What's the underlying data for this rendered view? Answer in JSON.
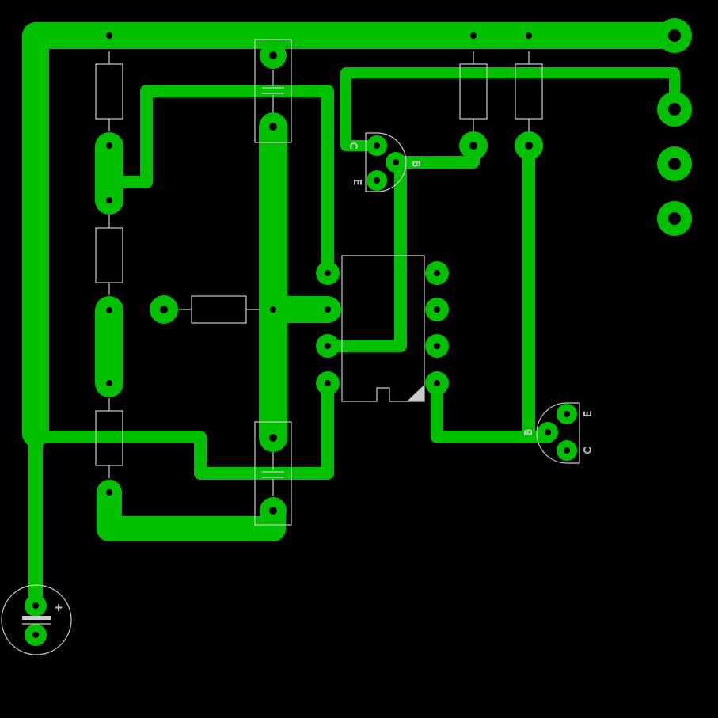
{
  "board": {
    "background": "#000000",
    "copper_color": "#00c000",
    "silkscreen_color": "#cccccc"
  },
  "labels": {
    "q1_collector": "C",
    "q1_base": "B",
    "q1_emitter": "E",
    "q2_base": "B",
    "q2_emitter": "E",
    "q2_collector": "C",
    "battery_polarity": "+"
  }
}
